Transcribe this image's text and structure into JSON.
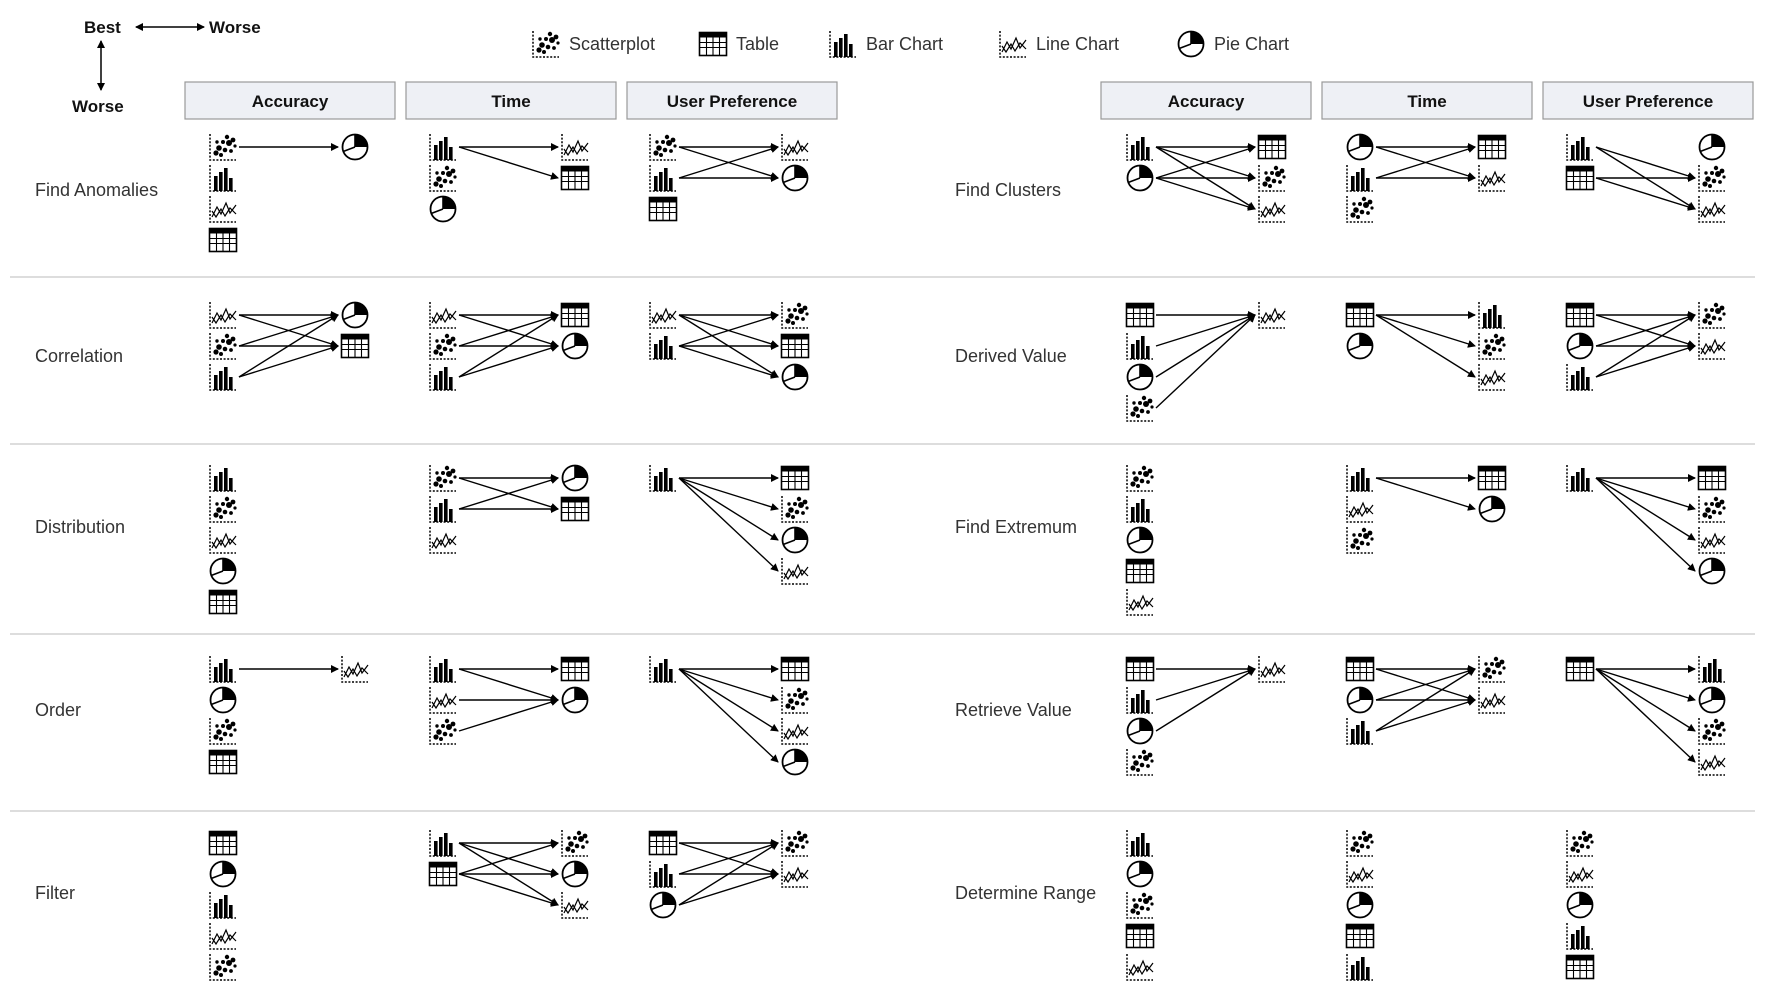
{
  "orientation": {
    "best": "Best",
    "worse_right": "Worse",
    "worse_down": "Worse"
  },
  "legend": [
    {
      "icon": "scatter",
      "label": "Scatterplot"
    },
    {
      "icon": "table",
      "label": "Table"
    },
    {
      "icon": "bar",
      "label": "Bar  Chart"
    },
    {
      "icon": "line",
      "label": "Line Chart"
    },
    {
      "icon": "pie",
      "label": "Pie Chart"
    }
  ],
  "column_headers": [
    "Accuracy",
    "Time",
    "User Preference"
  ],
  "left_tasks": [
    {
      "name": "Find Anomalies",
      "cells": [
        {
          "left": [
            "scatter",
            "bar",
            "line",
            "table"
          ],
          "right": [
            "pie"
          ],
          "edges": [
            [
              0,
              0
            ]
          ]
        },
        {
          "left": [
            "bar",
            "scatter",
            "pie"
          ],
          "right": [
            "line",
            "table"
          ],
          "edges": [
            [
              0,
              0
            ],
            [
              0,
              1
            ]
          ]
        },
        {
          "left": [
            "scatter",
            "bar",
            "table"
          ],
          "right": [
            "line",
            "pie"
          ],
          "edges": [
            [
              0,
              0
            ],
            [
              0,
              1
            ],
            [
              1,
              0
            ],
            [
              1,
              1
            ]
          ]
        }
      ]
    },
    {
      "name": "Correlation",
      "cells": [
        {
          "left": [
            "line",
            "scatter",
            "bar"
          ],
          "right": [
            "pie",
            "table"
          ],
          "edges": [
            [
              0,
              0
            ],
            [
              0,
              1
            ],
            [
              1,
              0
            ],
            [
              1,
              1
            ],
            [
              2,
              0
            ],
            [
              2,
              1
            ]
          ]
        },
        {
          "left": [
            "line",
            "scatter",
            "bar"
          ],
          "right": [
            "table",
            "pie"
          ],
          "edges": [
            [
              0,
              0
            ],
            [
              0,
              1
            ],
            [
              1,
              0
            ],
            [
              1,
              1
            ],
            [
              2,
              0
            ],
            [
              2,
              1
            ]
          ]
        },
        {
          "left": [
            "line",
            "bar"
          ],
          "right": [
            "scatter",
            "table",
            "pie"
          ],
          "edges": [
            [
              0,
              0
            ],
            [
              0,
              1
            ],
            [
              0,
              2
            ],
            [
              1,
              0
            ],
            [
              1,
              1
            ],
            [
              1,
              2
            ]
          ]
        }
      ]
    },
    {
      "name": "Distribution",
      "cells": [
        {
          "left": [
            "bar",
            "scatter",
            "line",
            "pie",
            "table"
          ],
          "right": [],
          "edges": []
        },
        {
          "left": [
            "scatter",
            "bar",
            "line"
          ],
          "right": [
            "pie",
            "table"
          ],
          "edges": [
            [
              0,
              0
            ],
            [
              0,
              1
            ],
            [
              1,
              0
            ],
            [
              1,
              1
            ]
          ]
        },
        {
          "left": [
            "bar"
          ],
          "right": [
            "table",
            "scatter",
            "pie",
            "line"
          ],
          "edges": [
            [
              0,
              0
            ],
            [
              0,
              1
            ],
            [
              0,
              2
            ],
            [
              0,
              3
            ]
          ]
        }
      ]
    },
    {
      "name": "Order",
      "cells": [
        {
          "left": [
            "bar",
            "pie",
            "scatter",
            "table"
          ],
          "right": [
            "line"
          ],
          "edges": [
            [
              0,
              0
            ]
          ]
        },
        {
          "left": [
            "bar",
            "line",
            "scatter"
          ],
          "right": [
            "table",
            "pie"
          ],
          "edges": [
            [
              0,
              0
            ],
            [
              0,
              1
            ],
            [
              1,
              1
            ],
            [
              2,
              1
            ]
          ]
        },
        {
          "left": [
            "bar"
          ],
          "right": [
            "table",
            "scatter",
            "line",
            "pie"
          ],
          "edges": [
            [
              0,
              0
            ],
            [
              0,
              1
            ],
            [
              0,
              2
            ],
            [
              0,
              3
            ]
          ]
        }
      ]
    },
    {
      "name": "Filter",
      "cells": [
        {
          "left": [
            "table",
            "pie",
            "bar",
            "line",
            "scatter"
          ],
          "right": [],
          "edges": []
        },
        {
          "left": [
            "bar",
            "table"
          ],
          "right": [
            "scatter",
            "pie",
            "line"
          ],
          "edges": [
            [
              0,
              0
            ],
            [
              0,
              1
            ],
            [
              0,
              2
            ],
            [
              1,
              0
            ],
            [
              1,
              1
            ],
            [
              1,
              2
            ]
          ]
        },
        {
          "left": [
            "table",
            "bar",
            "pie"
          ],
          "right": [
            "scatter",
            "line"
          ],
          "edges": [
            [
              0,
              0
            ],
            [
              0,
              1
            ],
            [
              1,
              0
            ],
            [
              1,
              1
            ],
            [
              2,
              0
            ],
            [
              2,
              1
            ]
          ]
        }
      ]
    }
  ],
  "right_tasks": [
    {
      "name": "Find Clusters",
      "cells": [
        {
          "left": [
            "bar",
            "pie"
          ],
          "right": [
            "table",
            "scatter",
            "line"
          ],
          "edges": [
            [
              0,
              0
            ],
            [
              0,
              1
            ],
            [
              0,
              2
            ],
            [
              1,
              0
            ],
            [
              1,
              1
            ],
            [
              1,
              2
            ]
          ]
        },
        {
          "left": [
            "pie",
            "bar",
            "scatter"
          ],
          "right": [
            "table",
            "line"
          ],
          "edges": [
            [
              0,
              0
            ],
            [
              0,
              1
            ],
            [
              1,
              0
            ],
            [
              1,
              1
            ]
          ]
        },
        {
          "left": [
            "bar",
            "table"
          ],
          "right": [
            "pie",
            "scatter",
            "line"
          ],
          "edges": [
            [
              0,
              1
            ],
            [
              0,
              2
            ],
            [
              1,
              1
            ],
            [
              1,
              2
            ]
          ]
        }
      ]
    },
    {
      "name": "Derived Value",
      "cells": [
        {
          "left": [
            "table",
            "bar",
            "pie",
            "scatter"
          ],
          "right": [
            "line"
          ],
          "edges": [
            [
              0,
              0
            ],
            [
              1,
              0
            ],
            [
              2,
              0
            ],
            [
              3,
              0
            ]
          ]
        },
        {
          "left": [
            "table",
            "pie"
          ],
          "right": [
            "bar",
            "scatter",
            "line"
          ],
          "edges": [
            [
              0,
              0
            ],
            [
              0,
              1
            ],
            [
              0,
              2
            ]
          ]
        },
        {
          "left": [
            "table",
            "pie",
            "bar"
          ],
          "right": [
            "scatter",
            "line"
          ],
          "edges": [
            [
              0,
              0
            ],
            [
              0,
              1
            ],
            [
              1,
              0
            ],
            [
              1,
              1
            ],
            [
              2,
              0
            ],
            [
              2,
              1
            ]
          ]
        }
      ]
    },
    {
      "name": "Find Extremum",
      "cells": [
        {
          "left": [
            "scatter",
            "bar",
            "pie",
            "table",
            "line"
          ],
          "right": [],
          "edges": []
        },
        {
          "left": [
            "bar",
            "line",
            "scatter"
          ],
          "right": [
            "table",
            "pie"
          ],
          "edges": [
            [
              0,
              0
            ],
            [
              0,
              1
            ]
          ]
        },
        {
          "left": [
            "bar"
          ],
          "right": [
            "table",
            "scatter",
            "line",
            "pie"
          ],
          "edges": [
            [
              0,
              0
            ],
            [
              0,
              1
            ],
            [
              0,
              2
            ],
            [
              0,
              3
            ]
          ]
        }
      ]
    },
    {
      "name": "Retrieve Value",
      "cells": [
        {
          "left": [
            "table",
            "bar",
            "pie",
            "scatter"
          ],
          "right": [
            "line"
          ],
          "edges": [
            [
              0,
              0
            ],
            [
              1,
              0
            ],
            [
              2,
              0
            ]
          ]
        },
        {
          "left": [
            "table",
            "pie",
            "bar"
          ],
          "right": [
            "scatter",
            "line"
          ],
          "edges": [
            [
              0,
              0
            ],
            [
              0,
              1
            ],
            [
              1,
              0
            ],
            [
              1,
              1
            ],
            [
              2,
              0
            ],
            [
              2,
              1
            ]
          ]
        },
        {
          "left": [
            "table"
          ],
          "right": [
            "bar",
            "pie",
            "scatter",
            "line"
          ],
          "edges": [
            [
              0,
              0
            ],
            [
              0,
              1
            ],
            [
              0,
              2
            ],
            [
              0,
              3
            ]
          ]
        }
      ]
    },
    {
      "name": "Determine Range",
      "cells": [
        {
          "left": [
            "bar",
            "pie",
            "scatter",
            "table",
            "line"
          ],
          "right": [],
          "edges": []
        },
        {
          "left": [
            "scatter",
            "line",
            "pie",
            "table",
            "bar"
          ],
          "right": [],
          "edges": []
        },
        {
          "left": [
            "scatter",
            "line",
            "pie",
            "bar",
            "table"
          ],
          "right": [],
          "edges": []
        }
      ]
    }
  ]
}
